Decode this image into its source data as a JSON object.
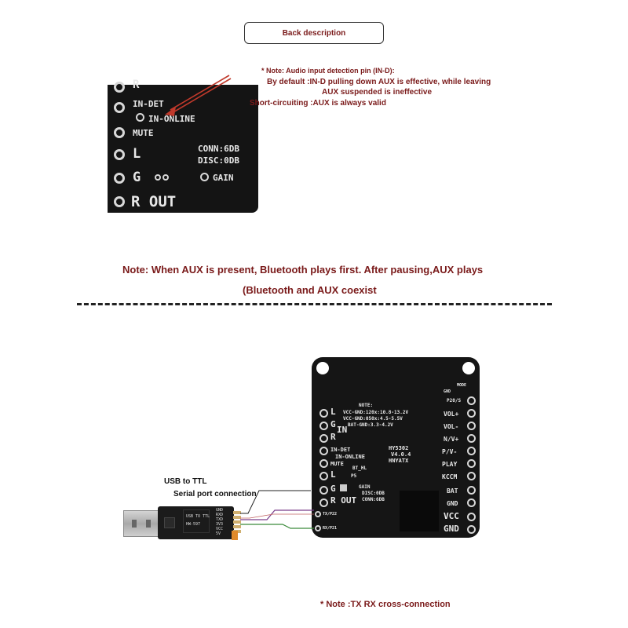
{
  "header": {
    "title": "Back description"
  },
  "notes": {
    "detection_heading": "* Note: Audio input detection pin (IN-D):",
    "default_line1": "By default :IN-D pulling down AUX is effective, while leaving",
    "default_line2": "AUX suspended is ineffective",
    "short_circuit": "Short-circuiting :AUX is always valid",
    "priority_line1": "Note: When AUX is present, Bluetooth plays first. After pausing,AUX plays",
    "priority_line2": "(Bluetooth and AUX coexist",
    "tx_rx": "* Note :TX RX cross-connection"
  },
  "labels": {
    "usb_ttl": "USB to TTL",
    "serial": "Serial port connection"
  },
  "top_board": {
    "r_top": "R",
    "in_det": "IN-DET",
    "in_online": "IN-ONLINE",
    "mute": "MUTE",
    "l": "L",
    "g": "G",
    "r_out": "R OUT",
    "conn": "CONN:6DB",
    "disc": "DISC:0DB",
    "gain": "GAIN"
  },
  "main_board": {
    "mode": "MODE",
    "gnd_top": "GND",
    "p20": "P20/S",
    "vol_plus": "VOL+",
    "vol_minus": "VOL-",
    "nv": "N/V+",
    "pv": "P/V-",
    "play": "PLAY",
    "kccm": "KCCM",
    "bat": "BAT",
    "gnd": "GND",
    "vcc": "VCC",
    "gnd_big": "GND",
    "note": "NOTE:",
    "note1": "VCC-GND:120x:10.8-13.2V",
    "note2": "VCC-GND:050x:4.5-5.5V",
    "note3": "BAT-GND:3.3-4.2V",
    "l": "L",
    "g": "G",
    "r": "R",
    "in": "IN",
    "in_det": "IN-DET",
    "in_online": "IN-ONLINE",
    "mute": "MUTE",
    "l2": "L",
    "g2": "G",
    "r_out": "R OUT",
    "model": "HY5302",
    "version": "V4.0.4",
    "brand": "HNYATX",
    "bt_hl": "BT_HL",
    "p5": "P5",
    "gain": "GAIN",
    "disc": "DISC:0DB",
    "conn": "CONN:6DB",
    "tx": "TX/P22",
    "rx": "RX/P21"
  },
  "usb_module": {
    "pins": [
      "GND",
      "RXD",
      "TXD",
      "3V3",
      "VCC",
      "5V"
    ],
    "text1": "USB TO TTL",
    "text2": "HW-597"
  },
  "colors": {
    "accent_text": "#7a1a1a",
    "pcb": "#151515",
    "silkscreen": "#e8e8e8",
    "arrow": "#c0392b",
    "wire_tx": "#7a3d8a",
    "wire_rx": "#3a8a3a"
  }
}
